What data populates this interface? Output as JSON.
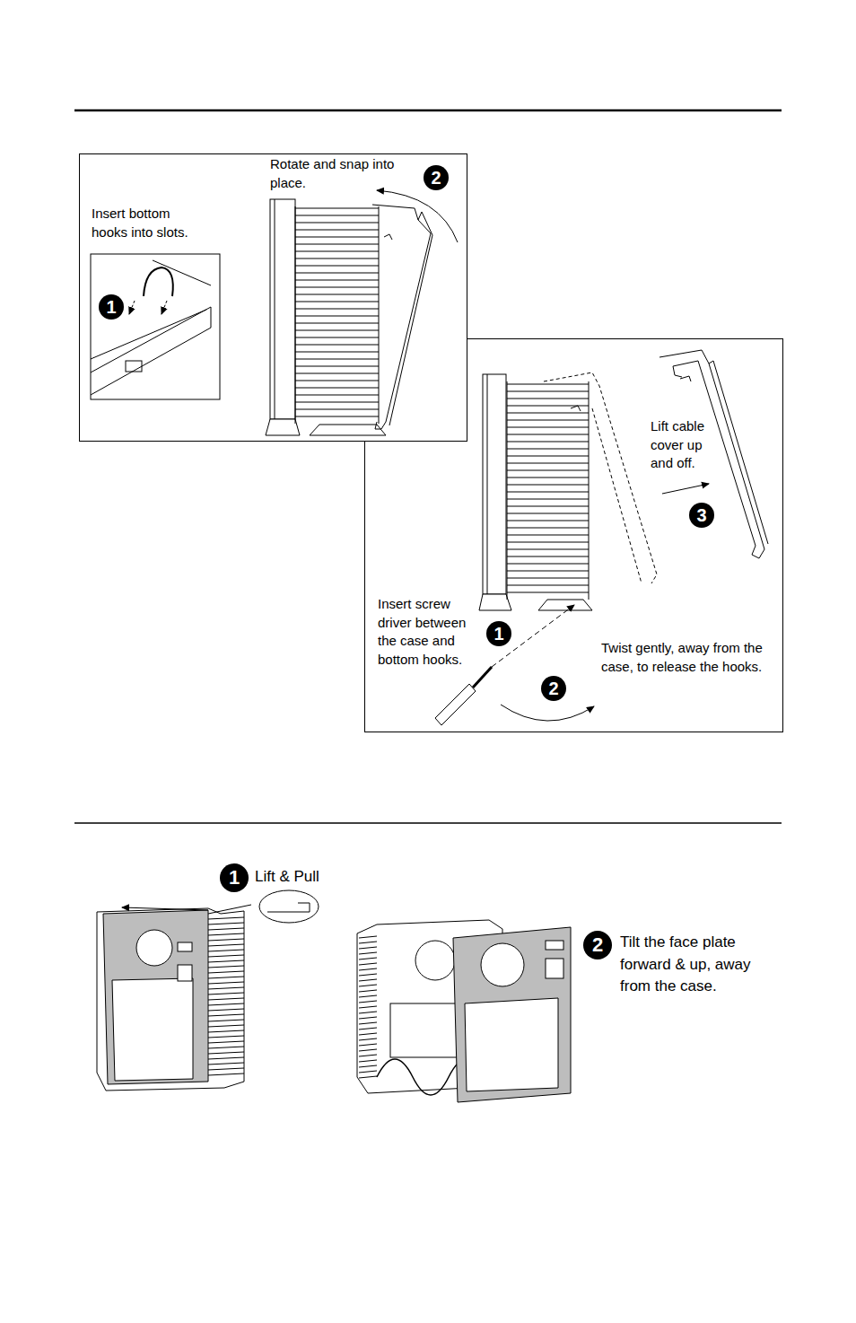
{
  "diagram": {
    "nodes": [
      {
        "text": [
          "Rotate and snap into place.",
          "2",
          "Insert bottom hooks into slots.",
          "1"
        ]
      },
      {
        "text": [
          "Lift cable cover up and off.",
          "3",
          "Insert screw driver between the case and bottom hooks.",
          "1",
          "Twist gently, away from the case, to release the hooks.",
          "2"
        ]
      }
    ],
    "labels": [
      "1",
      "Lift & Pull",
      "2",
      "Tilt the face plate forward & up, away from the case."
    ]
  }
}
